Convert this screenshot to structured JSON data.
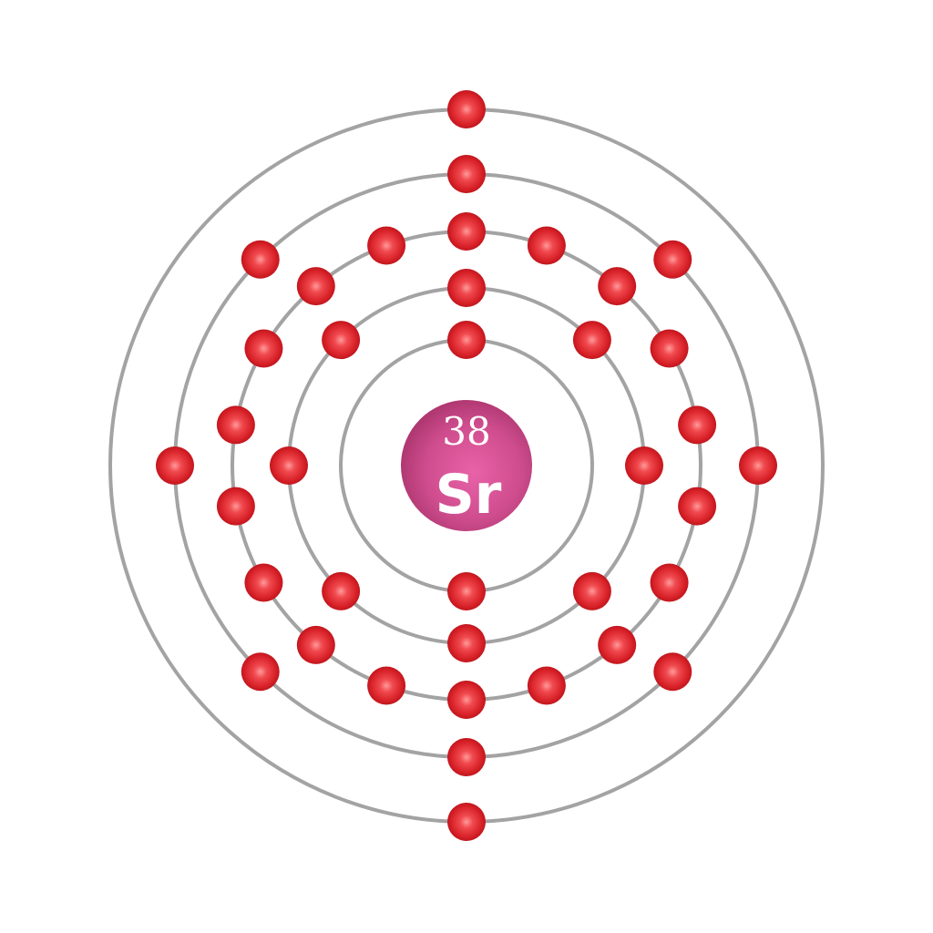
{
  "element": {
    "atomic_number": "38",
    "symbol": "Sr"
  },
  "shells": [
    {
      "electrons": 2
    },
    {
      "electrons": 8
    },
    {
      "electrons": 18
    },
    {
      "electrons": 8
    },
    {
      "electrons": 2
    }
  ],
  "colors": {
    "orbit": "#a3a3a3",
    "electron": "#d61f26",
    "electron_highlight": "#ff8a8a",
    "nucleus": "#c8457f",
    "nucleus_highlight": "#e25fa2",
    "text": "#ffffff",
    "background": "#ffffff"
  }
}
